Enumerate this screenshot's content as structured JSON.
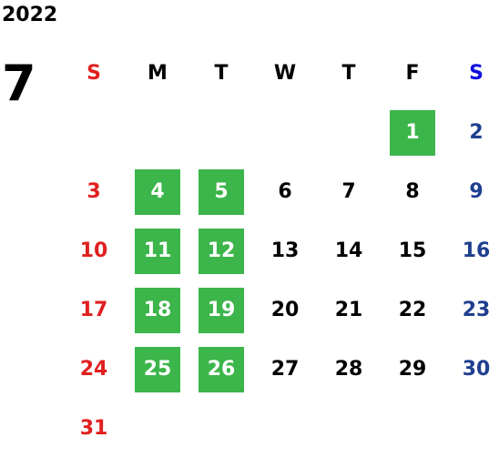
{
  "calendar": {
    "year": "2022",
    "month": "7",
    "weekdays": [
      "S",
      "M",
      "T",
      "W",
      "T",
      "F",
      "S"
    ],
    "highlight_color": "#3cb54a",
    "sunday_color": "#e02020",
    "saturday_color": "#1f3f8f",
    "weeks": [
      [
        "",
        "",
        "",
        "",
        "",
        "1",
        "2"
      ],
      [
        "3",
        "4",
        "5",
        "6",
        "7",
        "8",
        "9"
      ],
      [
        "10",
        "11",
        "12",
        "13",
        "14",
        "15",
        "16"
      ],
      [
        "17",
        "18",
        "19",
        "20",
        "21",
        "22",
        "23"
      ],
      [
        "24",
        "25",
        "26",
        "27",
        "28",
        "29",
        "30"
      ],
      [
        "31",
        "",
        "",
        "",
        "",
        "",
        ""
      ]
    ],
    "highlighted_days": [
      "1",
      "4",
      "5",
      "11",
      "12",
      "18",
      "19",
      "25",
      "26"
    ]
  }
}
